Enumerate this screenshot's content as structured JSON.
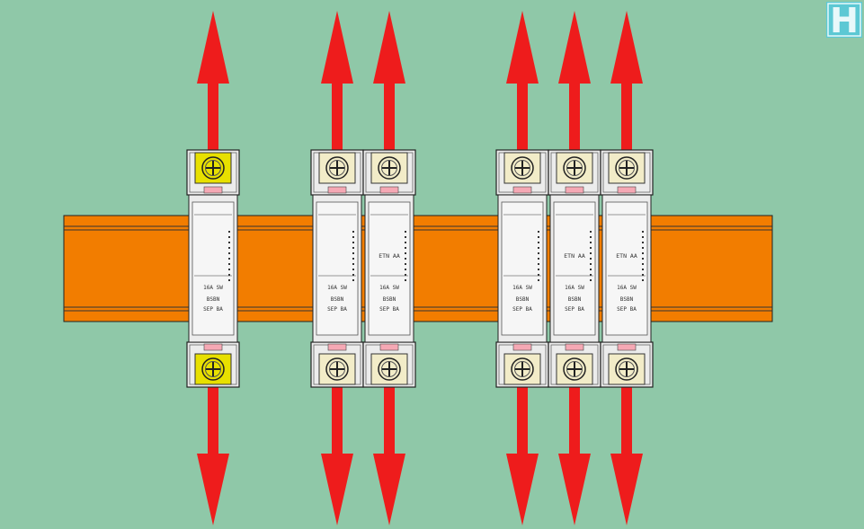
{
  "logo": {
    "letter": "H"
  },
  "colors": {
    "background": "#8fc8a8",
    "rail": "#f27d00",
    "arrow": "#ee1c1c",
    "breaker_body": "#ececec",
    "terminal_yellow": "#e8e000",
    "terminal_cream": "#f2ecc8",
    "logo_box": "#5cc8d4"
  },
  "breaker_groups": [
    {
      "name": "single-pole",
      "breakers": [
        {
          "terminal": "yellow",
          "face": [
            "",
            "16A  SW",
            "BSBN",
            "SEP BA"
          ]
        }
      ]
    },
    {
      "name": "double-pole",
      "breakers": [
        {
          "terminal": "cream",
          "face": [
            "",
            "16A  SW",
            "BSBN",
            "SEP BA"
          ]
        },
        {
          "terminal": "cream",
          "face": [
            "ETN AA",
            "16A  SW",
            "BSBN",
            "SEP BA"
          ]
        }
      ]
    },
    {
      "name": "triple-pole",
      "breakers": [
        {
          "terminal": "cream",
          "face": [
            "",
            "16A  SW",
            "BSBN",
            "SEP BA"
          ]
        },
        {
          "terminal": "cream",
          "face": [
            "ETN AA",
            "16A  SW",
            "BSBN",
            "SEP BA"
          ]
        },
        {
          "terminal": "cream",
          "face": [
            "ETN AA",
            "16A  SW",
            "BSBN",
            "SEP BA"
          ]
        }
      ]
    }
  ]
}
